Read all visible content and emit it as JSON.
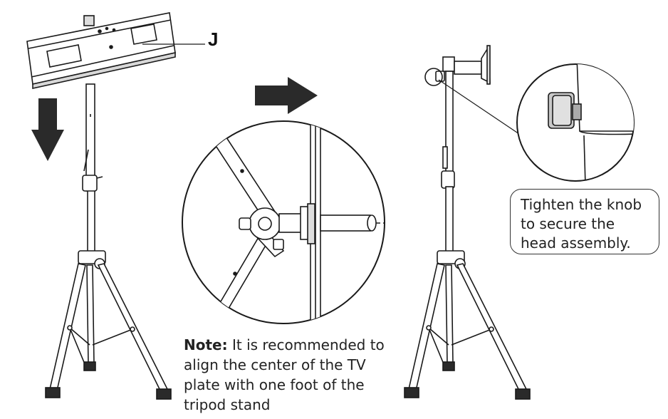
{
  "labels": {
    "part_j": "J"
  },
  "note": {
    "prefix": "Note:",
    "text": " It is recommended to align the center of the TV plate with one foot of the tripod stand"
  },
  "callout": {
    "text": "Tighten the knob to secure the head assembly."
  },
  "colors": {
    "line": "#1a1a1a",
    "fill_dark": "#2a2a2a",
    "fill_light": "#f2f2f2"
  }
}
